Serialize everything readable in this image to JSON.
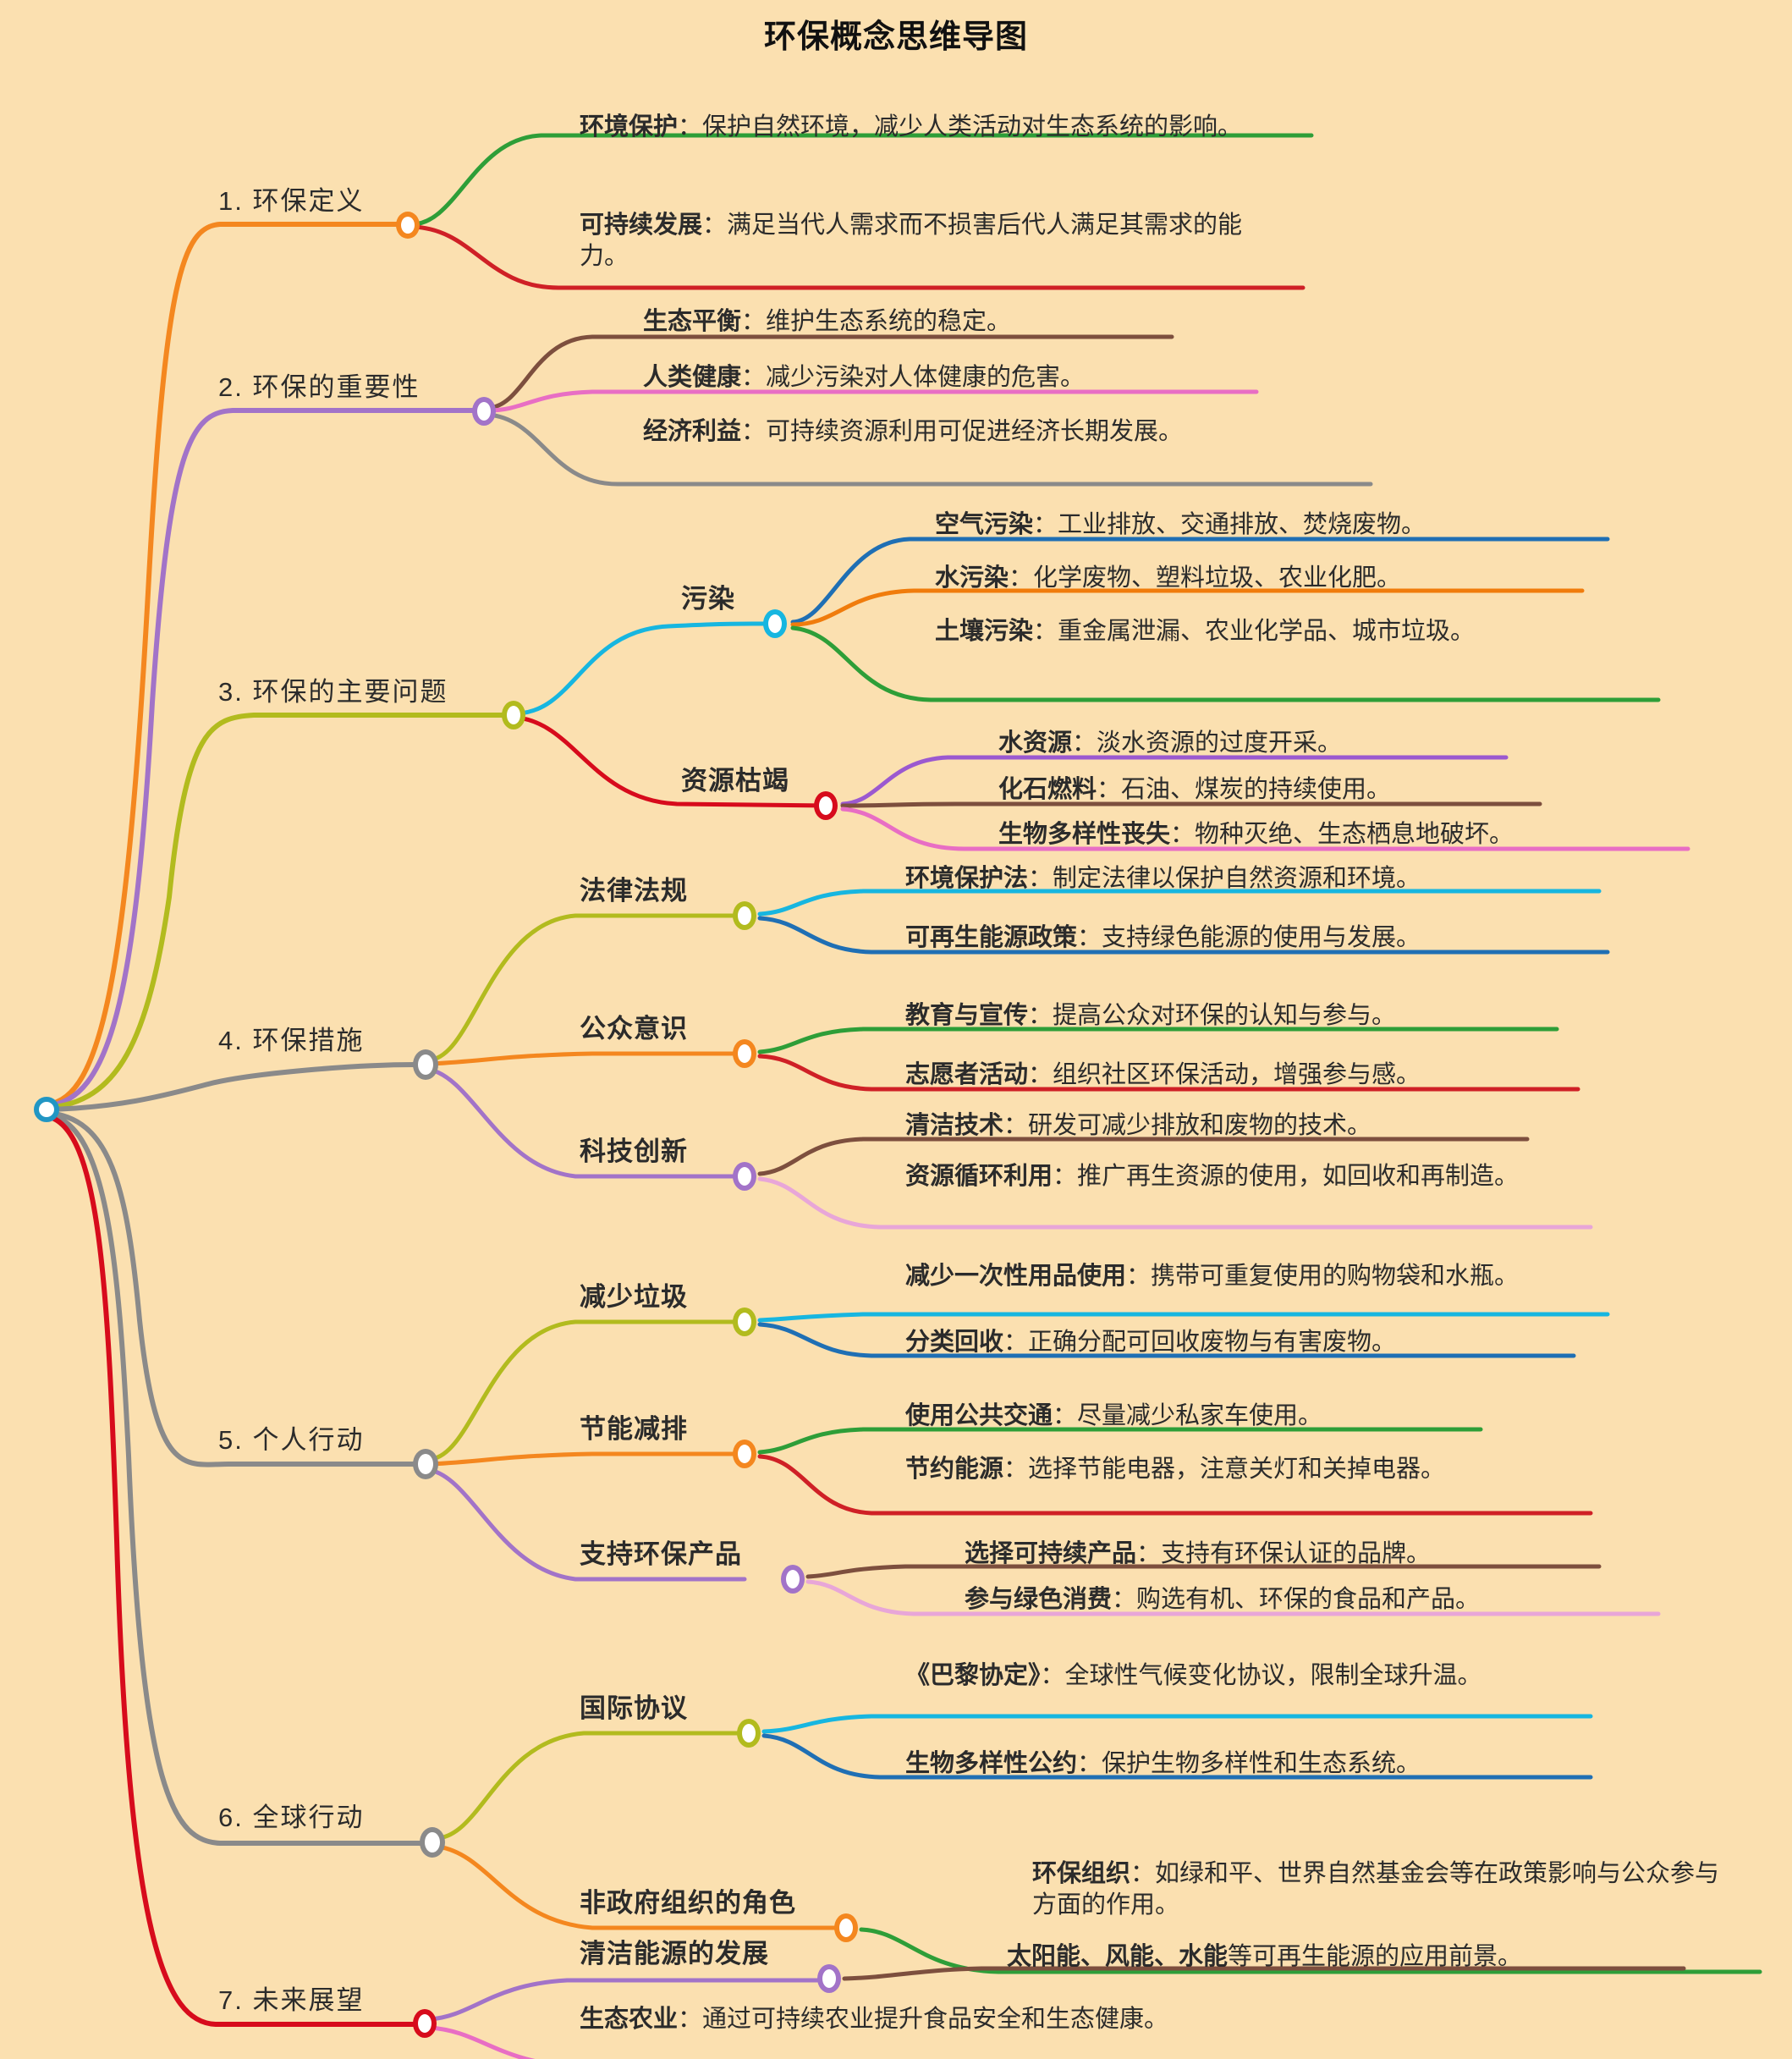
{
  "title": "环保概念思维导图",
  "theme": {
    "background": "#fbe0b0",
    "text": "#2b2b2b",
    "root_color": "#2196c4"
  },
  "root": {
    "label": ""
  },
  "branches": [
    {
      "id": "b1",
      "label": "1. 环保定义",
      "color": "#f4871f",
      "children": [
        {
          "label": "环境保护",
          "desc": "：保护自然环境，减少人类活动对生态系统的影响。",
          "color": "#2e9e38"
        },
        {
          "label": "可持续发展",
          "desc": "：满足当代人需求而不损害后代人满足其需求的能力。",
          "color": "#cf2026"
        }
      ]
    },
    {
      "id": "b2",
      "label": "2. 环保的重要性",
      "color": "#a273c8",
      "children": [
        {
          "label": "生态平衡",
          "desc": "：维护生态系统的稳定。",
          "color": "#7d4f3e"
        },
        {
          "label": "人类健康",
          "desc": "：减少污染对人体健康的危害。",
          "color": "#e86ec4"
        },
        {
          "label": "经济利益",
          "desc": "：可持续资源利用可促进经济长期发展。",
          "color": "#8a8a8a"
        }
      ]
    },
    {
      "id": "b3",
      "label": "3. 环保的主要问题",
      "color": "#b2bb1e",
      "groups": [
        {
          "label": "污染",
          "color": "#17b6e0",
          "children": [
            {
              "label": "空气污染",
              "desc": "：工业排放、交通排放、焚烧废物。",
              "color": "#1f6fb4"
            },
            {
              "label": "水污染",
              "desc": "：化学废物、塑料垃圾、农业化肥。",
              "color": "#f07c0c"
            },
            {
              "label": "土壤污染",
              "desc": "：重金属泄漏、农业化学品、城市垃圾。",
              "color": "#2e9e38"
            }
          ]
        },
        {
          "label": "资源枯竭",
          "color": "#d70b1c",
          "children": [
            {
              "label": "水资源",
              "desc": "：淡水资源的过度开采。",
              "color": "#9b59d0"
            },
            {
              "label": "化石燃料",
              "desc": "：石油、煤炭的持续使用。",
              "color": "#7d4f3e"
            },
            {
              "label": "生物多样性丧失",
              "desc": "：物种灭绝、生态栖息地破坏。",
              "color": "#e86ec4"
            }
          ]
        }
      ]
    },
    {
      "id": "b4",
      "label": "4. 环保措施",
      "color": "#8a8a8a",
      "groups": [
        {
          "label": "法律法规",
          "color": "#b2bb1e",
          "children": [
            {
              "label": "环境保护法",
              "desc": "：制定法律以保护自然资源和环境。",
              "color": "#17b6e0"
            },
            {
              "label": "可再生能源政策",
              "desc": "：支持绿色能源的使用与发展。",
              "color": "#1f6fb4"
            }
          ]
        },
        {
          "label": "公众意识",
          "color": "#f4871f",
          "children": [
            {
              "label": "教育与宣传",
              "desc": "：提高公众对环保的认知与参与。",
              "color": "#2e9e38"
            },
            {
              "label": "志愿者活动",
              "desc": "：组织社区环保活动，增强参与感。",
              "color": "#cf2026"
            }
          ]
        },
        {
          "label": "科技创新",
          "color": "#a273c8",
          "children": [
            {
              "label": "清洁技术",
              "desc": "：研发可减少排放和废物的技术。",
              "color": "#7d4f3e"
            },
            {
              "label": "资源循环利用",
              "desc": "：推广再生资源的使用，如回收和再制造。",
              "color": "#e8a6d8"
            }
          ]
        }
      ]
    },
    {
      "id": "b5",
      "label": "5. 个人行动",
      "color": "#8a8a8a",
      "groups": [
        {
          "label": "减少垃圾",
          "color": "#b2bb1e",
          "children": [
            {
              "label": "减少一次性用品使用",
              "desc": "：携带可重复使用的购物袋和水瓶。",
              "color": "#17b6e0"
            },
            {
              "label": "分类回收",
              "desc": "：正确分配可回收废物与有害废物。",
              "color": "#1f6fb4"
            }
          ]
        },
        {
          "label": "节能减排",
          "color": "#f4871f",
          "children": [
            {
              "label": "使用公共交通",
              "desc": "：尽量减少私家车使用。",
              "color": "#2e9e38"
            },
            {
              "label": "节约能源",
              "desc": "：选择节能电器，注意关灯和关掉电器。",
              "color": "#cf2026"
            }
          ]
        },
        {
          "label": "支持环保产品",
          "color": "#a273c8",
          "children": [
            {
              "label": "选择可持续产品",
              "desc": "：支持有环保认证的品牌。",
              "color": "#7d4f3e"
            },
            {
              "label": "参与绿色消费",
              "desc": "：购选有机、环保的食品和产品。",
              "color": "#e8a6d8"
            }
          ]
        }
      ]
    },
    {
      "id": "b6",
      "label": "6. 全球行动",
      "color": "#8a8a8a",
      "groups": [
        {
          "label": "国际协议",
          "color": "#b2bb1e",
          "children": [
            {
              "label": "《巴黎协定》",
              "desc": "：全球性气候变化协议，限制全球升温。",
              "color": "#17b6e0"
            },
            {
              "label": "生物多样性公约",
              "desc": "：保护生物多样性和生态系统。",
              "color": "#1f6fb4"
            }
          ]
        },
        {
          "label": "非政府组织的角色",
          "color": "#f4871f",
          "children": [
            {
              "label": "环保组织",
              "desc": "：如绿和平、世界自然基金会等在政策影响与公众参与方面的作用。",
              "color": "#2e9e38"
            }
          ]
        }
      ]
    },
    {
      "id": "b7",
      "label": "7. 未来展望",
      "color": "#d70b1c",
      "groups": [
        {
          "label": "清洁能源的发展",
          "color": "#a273c8",
          "children": [
            {
              "label": "太阳能、风能、水能",
              "desc": "等可再生能源的应用前景。",
              "color": "#7d4f3e"
            }
          ]
        }
      ],
      "children": [
        {
          "label": "生态农业",
          "desc": "：通过可持续农业提升食品安全和生态健康。",
          "color": "#e86ec4"
        }
      ]
    }
  ]
}
